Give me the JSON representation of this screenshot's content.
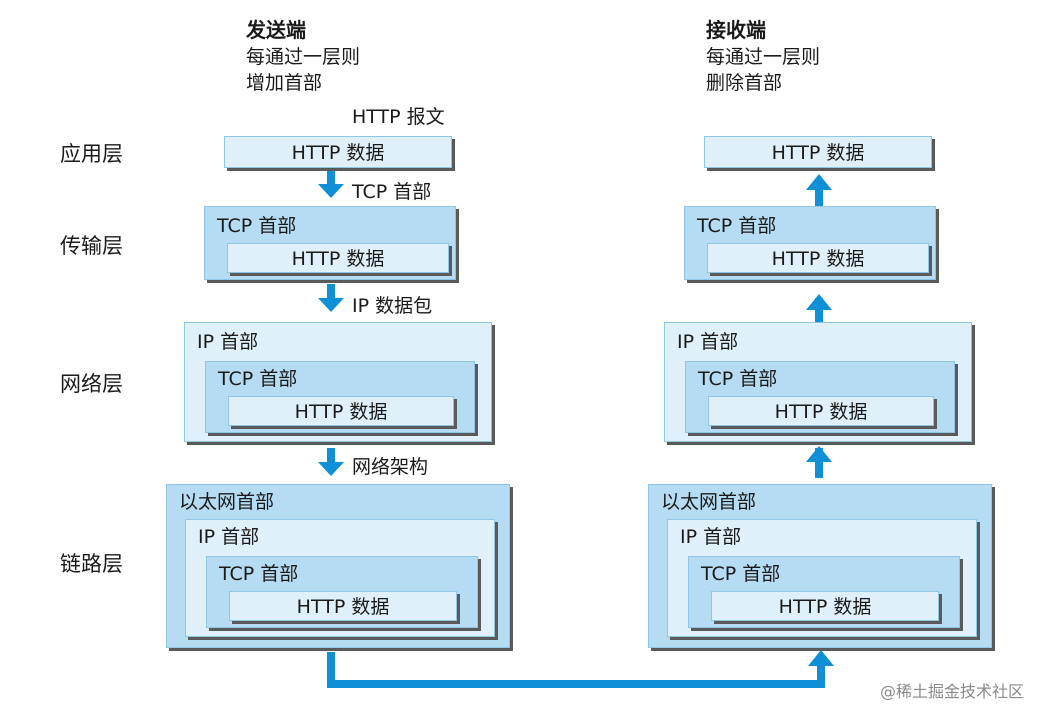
{
  "sender": {
    "title": "发送端",
    "line1": "每通过一层则",
    "line2": "增加首部"
  },
  "receiver": {
    "title": "接收端",
    "line1": "每通过一层则",
    "line2": "删除首部"
  },
  "layers": {
    "application": "应用层",
    "transport": "传输层",
    "network": "网络层",
    "link": "链路层"
  },
  "units": {
    "http_message": "HTTP 报文",
    "tcp_header": "TCP 首部",
    "ip_packet": "IP 数据包",
    "network_frame": "网络架构"
  },
  "headers": {
    "http_data": "HTTP 数据",
    "tcp": "TCP 首部",
    "ip": "IP 首部",
    "ethernet": "以太网首部"
  },
  "watermark": "@稀土掘金技术社区",
  "colors": {
    "arrow": "#0f8fd6",
    "box_light": "#dff0fa",
    "box_mid": "#b5dcf2",
    "box_dark": "#93cdee"
  }
}
